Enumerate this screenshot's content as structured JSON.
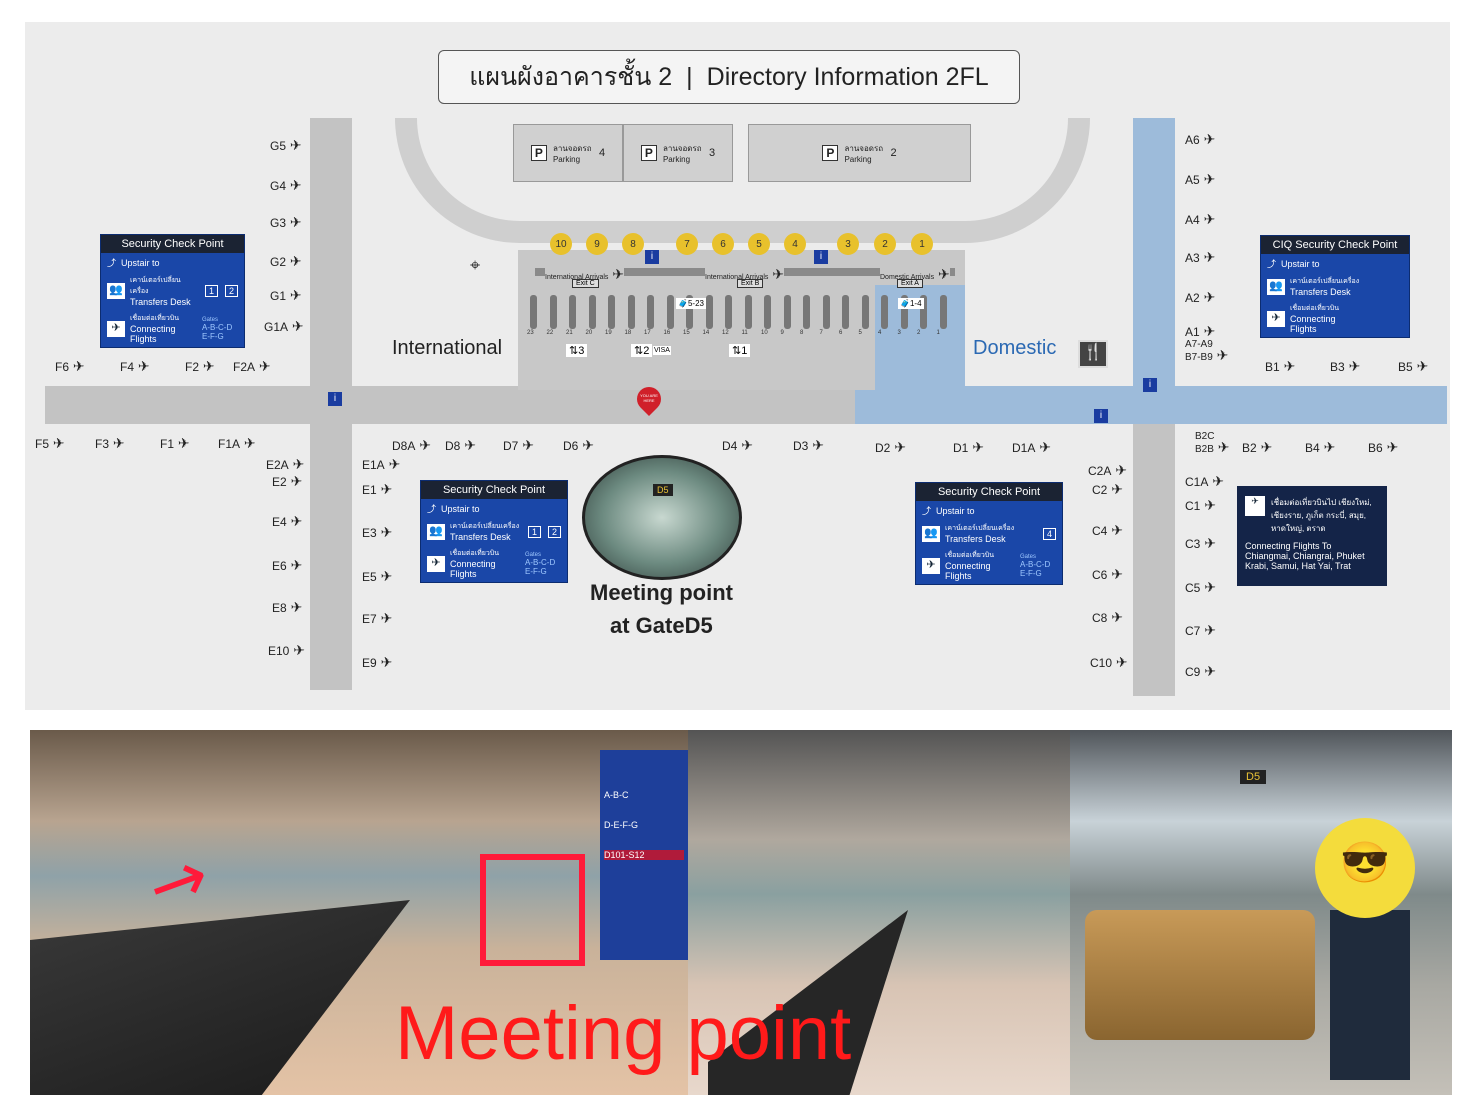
{
  "title": {
    "thai": "แผนผังอาคารชั้น 2",
    "separator": "|",
    "english": "Directory Information 2FL"
  },
  "parking": [
    {
      "icon": "P",
      "label": "ลานจอดรถ Parking",
      "num": "4"
    },
    {
      "icon": "P",
      "label": "ลานจอดรถ Parking",
      "num": "3"
    },
    {
      "icon": "P",
      "label": "ลานจอดรถ Parking",
      "num": "2"
    }
  ],
  "arrivals": {
    "intl1": "International Arrivals",
    "intl2": "International Arrivals",
    "domestic": "Domestic Arrivals",
    "exit_c": "Exit C",
    "exit_b": "Exit B",
    "exit_a": "Exit A",
    "baggage_intl": "5-23",
    "baggage_dom": "1-4",
    "door_numbers": [
      "10",
      "9",
      "8",
      "7",
      "6",
      "5",
      "4",
      "3",
      "2",
      "1"
    ],
    "belts": [
      "23",
      "22",
      "21",
      "20",
      "19",
      "18",
      "17",
      "16",
      "15",
      "14",
      "12",
      "11",
      "10",
      "9",
      "8",
      "7",
      "6",
      "5",
      "4",
      "3",
      "2",
      "1"
    ],
    "transfer_nums": [
      "3",
      "2",
      "1"
    ],
    "visa": "VISA"
  },
  "zones": {
    "international": "International",
    "domestic": "Domestic"
  },
  "gates": [
    "G5",
    "G4",
    "G3",
    "G2",
    "G1",
    "G1A",
    "F6",
    "F4",
    "F2",
    "F2A",
    "F5",
    "F3",
    "F1",
    "F1A",
    "E2A",
    "E2",
    "E4",
    "E6",
    "E8",
    "E10",
    "E1A",
    "E1",
    "E3",
    "E5",
    "E7",
    "E9",
    "D8A",
    "D8",
    "D7",
    "D6",
    "D4",
    "D3",
    "D2",
    "D1",
    "D1A",
    "A6",
    "A5",
    "A4",
    "A3",
    "A2",
    "A1",
    "A7-A9\nB7-B9",
    "B1",
    "B3",
    "B5",
    "B2C\nB2B",
    "B2",
    "B4",
    "B6",
    "C2A",
    "C2",
    "C4",
    "C6",
    "C8",
    "C10",
    "C1A",
    "C1",
    "C3",
    "C5",
    "C7",
    "C9"
  ],
  "security_boxes": [
    {
      "title": "Security Check Point",
      "upstair": "Upstair to",
      "transfer_th": "เคาน์เตอร์เปลี่ยนเครื่อง",
      "transfer": "Transfers Desk",
      "nums": [
        "1",
        "2"
      ],
      "connect_th": "เชื่อมต่อเที่ยวบิน",
      "connect": "Connecting Flights",
      "gates_label": "Gates",
      "gates": "A-B-C-D E-F-G"
    },
    {
      "title": "Security Check Point",
      "upstair": "Upstair to",
      "transfer_th": "เคาน์เตอร์เปลี่ยนเครื่อง",
      "transfer": "Transfers Desk",
      "nums": [
        "1",
        "2"
      ],
      "connect_th": "เชื่อมต่อเที่ยวบิน",
      "connect": "Connecting Flights",
      "gates_label": "Gates",
      "gates": "A-B-C-D E-F-G"
    },
    {
      "title": "Security Check Point",
      "upstair": "Upstair to",
      "transfer_th": "เคาน์เตอร์เปลี่ยนเครื่อง",
      "transfer": "Transfers Desk",
      "nums": [
        "4"
      ],
      "connect_th": "เชื่อมต่อเที่ยวบิน",
      "connect": "Connecting Flights",
      "gates_label": "Gates",
      "gates": "A-B-C-D E-F-G"
    },
    {
      "title": "CIQ  Security Check Point",
      "upstair": "Upstair to",
      "transfer_th": "เคาน์เตอร์เปลี่ยนเครื่อง",
      "transfer": "Transfers Desk",
      "nums": [],
      "connect_th": "เชื่อมต่อเที่ยวบิน",
      "connect": "Connecting Flights",
      "gates_label": "",
      "gates": ""
    }
  ],
  "connecting": {
    "thai": "เชื่อมต่อเที่ยวบินไป เชียงใหม่, เชียงราย, ภูเก็ต กระบี่, สมุย, หาดใหญ่, ตราด",
    "english": "Connecting Flights To Chiangmai, Chiangrai, Phuket Krabi, Samui, Hat Yai, Trat"
  },
  "you_are_here": "YOU ARE HERE",
  "meeting": {
    "line1": "Meeting point",
    "line2": "at GateD5",
    "gate_sign": "D5"
  },
  "photos": {
    "caption": "Meeting point",
    "sign1": "A-B-C",
    "sign2": "D-E-F-G",
    "sign3": "D101-S12",
    "gate_sign": "D5"
  },
  "colors": {
    "domestic_blue": "#9dbbda",
    "sign_blue": "#1a47a8",
    "caption_red": "#ff1a1a",
    "gate_yellow": "#e8c12c"
  }
}
